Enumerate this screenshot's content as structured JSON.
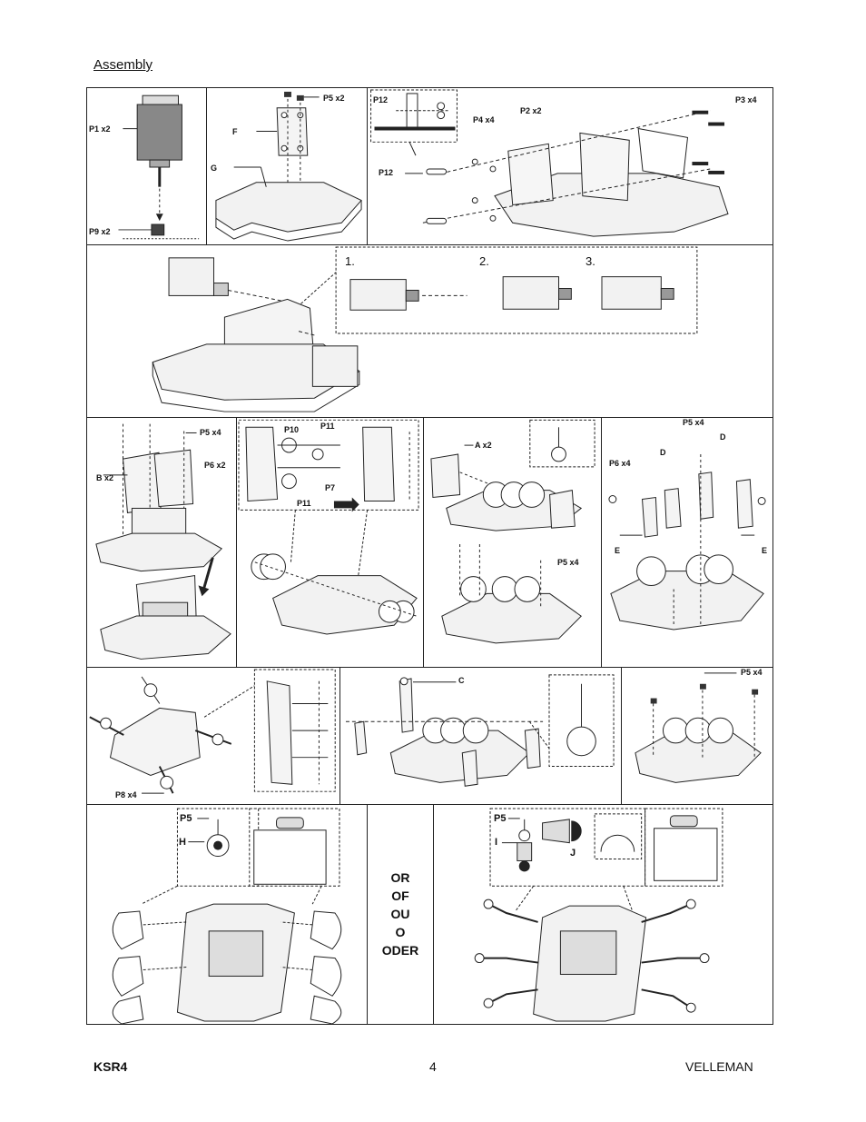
{
  "section_title": "Assembly",
  "step1": {
    "motor": "P1 x2",
    "pinion": "P9 x2"
  },
  "step2": {
    "screws": "P5 x2",
    "plate": "F",
    "base": "G"
  },
  "step3": {
    "cut_part": "P12",
    "rod": "P12",
    "nut": "P4 x4",
    "bracket": "P2 x2",
    "bolt": "P3 x4"
  },
  "step4": {
    "sub1": "1.",
    "sub2": "2.",
    "sub3": "3."
  },
  "step5": {
    "screws": "P5 x4",
    "washer": "P6 x2",
    "bracket": "B x2"
  },
  "step6": {
    "gear_p10": "P10",
    "gear_p11_top": "P11",
    "axle": "P7",
    "gear_p11_bottom": "P11"
  },
  "step7": {
    "plate": "A x2",
    "screws": "P5 x4"
  },
  "step8": {
    "screws": "P5 x4",
    "washer": "P6 x4",
    "cam_left": "D",
    "cam_right": "D",
    "leg_left": "E",
    "leg_right": "E"
  },
  "step9": {
    "spacer": "P8 x4"
  },
  "step10": {
    "crank": "C"
  },
  "step11": {
    "screws": "P5 x4"
  },
  "step12": {
    "screw": "P5",
    "foot": "H"
  },
  "step13": {
    "or_words": [
      "OR",
      "OF",
      "OU",
      "O",
      "ODER"
    ]
  },
  "step14": {
    "screw": "P5",
    "joint": "I",
    "cap": "J"
  },
  "footer": {
    "model": "KSR4",
    "page": "4",
    "brand": "VELLEMAN"
  }
}
